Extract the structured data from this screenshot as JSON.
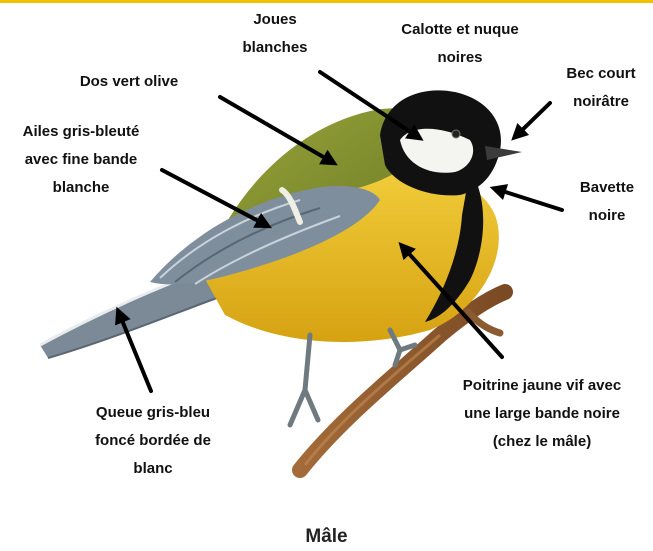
{
  "labels": {
    "cheeks": "Joues\nblanches",
    "cap": "Calotte et nuque\nnoires",
    "back": "Dos vert olive",
    "beak": "Bec court\nnoirâtre",
    "wings": "Ailes gris-bleuté\navec fine bande\nblanche",
    "bib": "Bavette\nnoire",
    "tail": "Queue gris-bleu\nfoncé bordée de\nblanc",
    "breast": "Poitrine jaune vif avec\nune large bande noire\n(chez le mâle)"
  },
  "caption": "Mâle",
  "colors": {
    "accent_bar": "#f2c000",
    "olive": "#7d8a2e",
    "yellow": "#e9b81c",
    "black": "#111111",
    "wing_gray": "#7e8e9c",
    "branch": "#8a5a30"
  }
}
